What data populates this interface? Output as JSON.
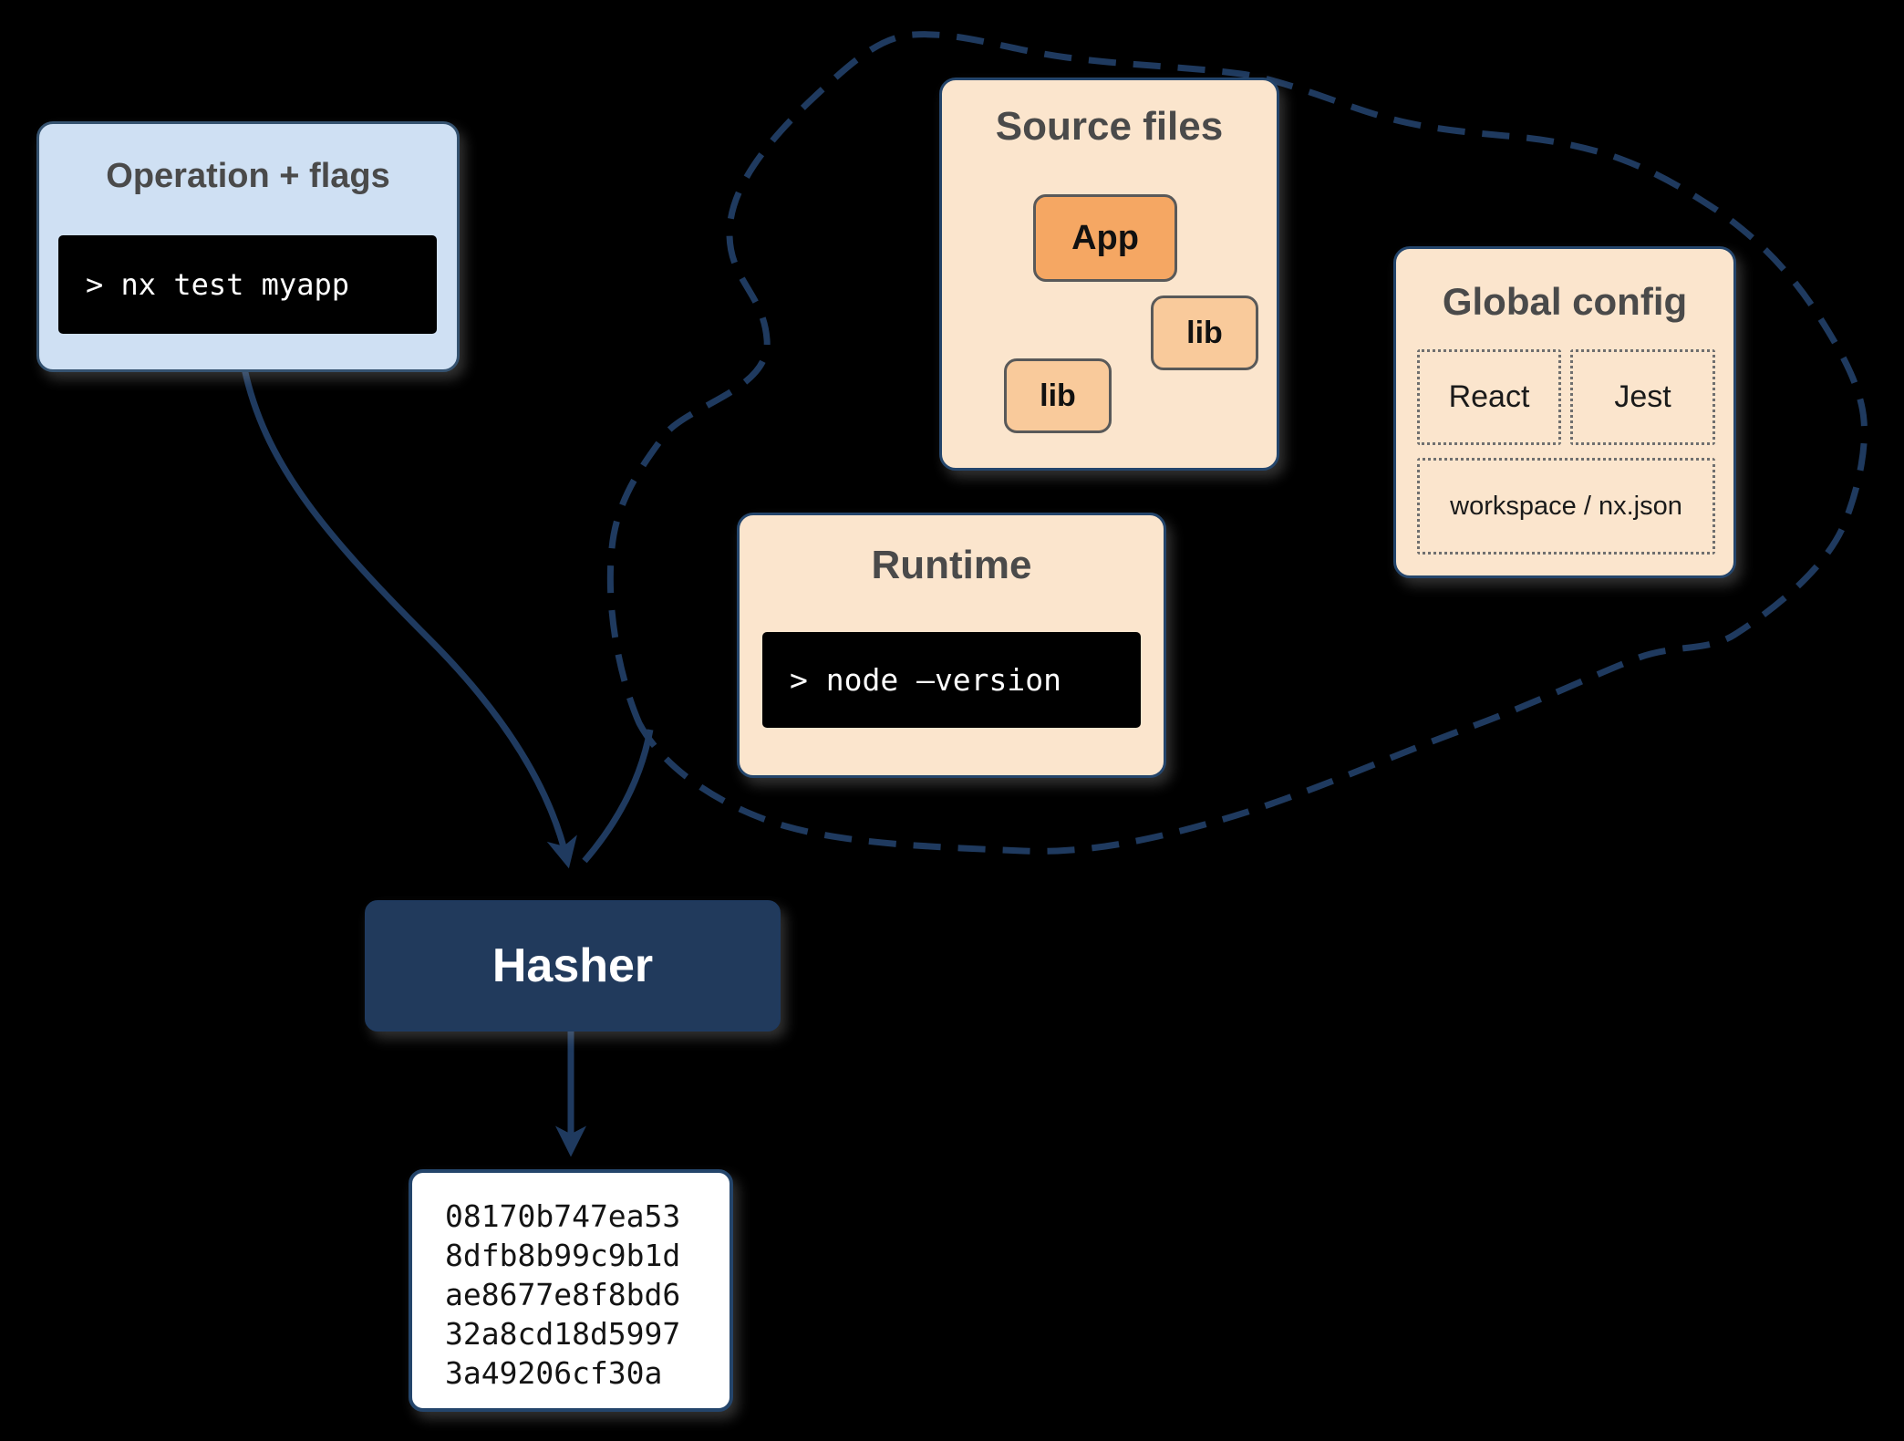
{
  "diagram": {
    "operation": {
      "title": "Operation + flags",
      "command": "> nx test myapp"
    },
    "cloud": {
      "source_files": {
        "title": "Source files",
        "app_label": "App",
        "lib_label_1": "lib",
        "lib_label_2": "lib"
      },
      "runtime": {
        "title": "Runtime",
        "command": "> node –version"
      },
      "global_config": {
        "title": "Global config",
        "items": [
          "React",
          "Jest",
          "workspace / nx.json"
        ]
      }
    },
    "hasher": {
      "label": "Hasher"
    },
    "hash_output": {
      "lines": [
        "08170b747ea53",
        "8dfb8b99c9b1d",
        "ae8677e8f8bd6",
        "32a8cd18d5997",
        "3a49206cf30a"
      ]
    },
    "colors": {
      "navy": "#1f3a5f",
      "hasher_fill": "#213a5c",
      "peach": "#fbe5cd",
      "light_blue": "#cfe0f3",
      "orange_app": "#f5a763",
      "orange_lib": "#f9ca9b",
      "node_border": "#595959",
      "title_text": "#4a4a4a",
      "terminal_bg": "#000000",
      "terminal_text": "#ffffff",
      "arrow_gray": "#555555"
    }
  }
}
